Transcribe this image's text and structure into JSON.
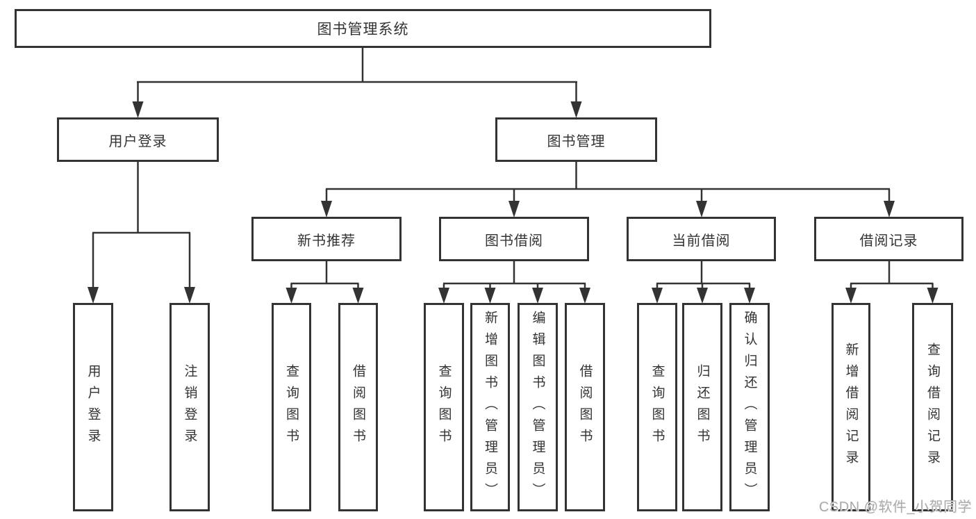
{
  "colors": {
    "background": "#ffffff",
    "line": "#333333",
    "box_border": "#333333",
    "box_fill": "#ffffff",
    "text": "#333333",
    "watermark": "#ababab"
  },
  "diagram": {
    "root": {
      "label": "图书管理系统"
    },
    "level1": [
      {
        "label": "用户登录"
      },
      {
        "label": "图书管理"
      }
    ],
    "level2": [
      {
        "label": "新书推荐"
      },
      {
        "label": "图书借阅"
      },
      {
        "label": "当前借阅"
      },
      {
        "label": "借阅记录"
      }
    ],
    "leaves": {
      "user_login": [
        {
          "label": "用户登录"
        },
        {
          "label": "注销登录"
        }
      ],
      "new_book": [
        {
          "label": "查询图书"
        },
        {
          "label": "借阅图书"
        }
      ],
      "book_borrow": [
        {
          "label": "查询图书"
        },
        {
          "label": "新增图书（管理员）"
        },
        {
          "label": "编辑图书（管理员）"
        },
        {
          "label": "借阅图书"
        }
      ],
      "current_borrow": [
        {
          "label": "查询图书"
        },
        {
          "label": "归还图书"
        },
        {
          "label": "确认归还（管理员）"
        }
      ],
      "borrow_records": [
        {
          "label": "新增借阅记录"
        },
        {
          "label": "查询借阅记录"
        }
      ]
    }
  },
  "watermark": {
    "text": "CSDN @软件_小贺同学"
  }
}
